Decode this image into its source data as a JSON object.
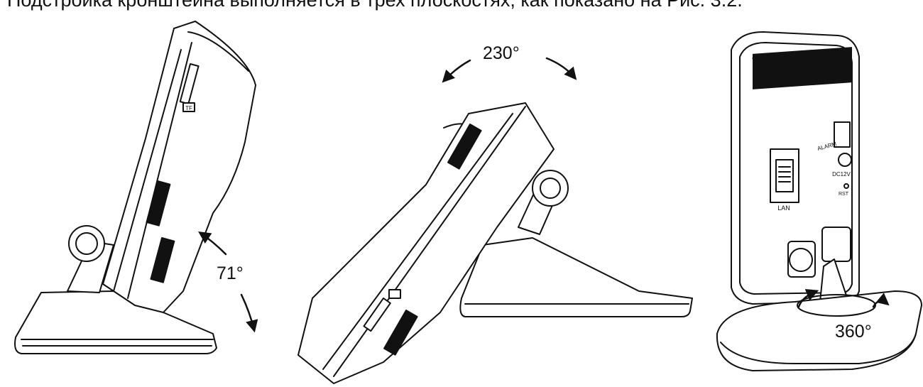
{
  "caption": "Подстройка кронштейна выполняется в трех плоскостях, как показано на Рис. 3.2.",
  "angles": {
    "tilt": "71°",
    "pan": "230°",
    "rotate": "360°"
  },
  "camera": {
    "slot_label": "TF",
    "port_lan": "LAN",
    "port_dc": "DC12V",
    "port_alarm": "ALARM",
    "port_rst": "RST"
  },
  "colors": {
    "line": "#111111",
    "background": "#ffffff"
  }
}
